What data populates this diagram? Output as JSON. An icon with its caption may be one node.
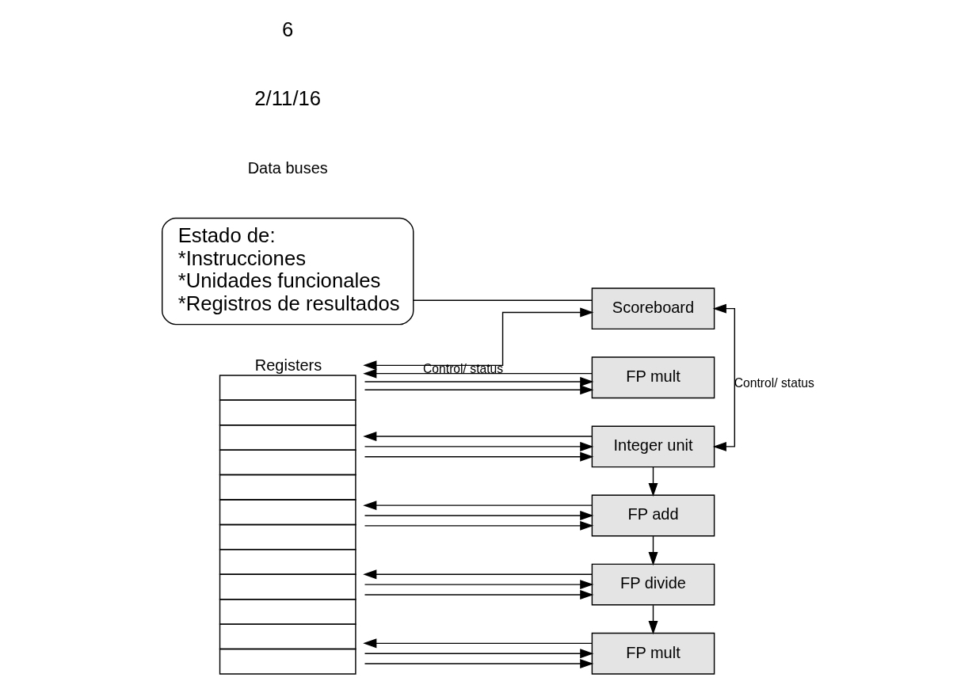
{
  "diagram": {
    "nodes": [
      {
        "text": [
          "Registers"
        ]
      },
      {
        "text": [
          "FP mult"
        ]
      },
      {
        "text": [
          "FP mult"
        ]
      },
      {
        "text": [
          "FP divide"
        ]
      },
      {
        "text": [
          "FP add"
        ]
      },
      {
        "text": [
          "Integer unit"
        ]
      },
      {
        "text": [
          "Scoreboard"
        ]
      },
      {
        "text": [
          "Estado de:",
          "*Instrucciones",
          "*Unidades funcionales",
          "*Registros de resultados"
        ]
      }
    ],
    "edges": [
      {
        "from": 0,
        "to": 1,
        "arrow": "to"
      },
      {
        "from": 0,
        "to": 2,
        "arrow": "to"
      },
      {
        "from": 0,
        "to": 1,
        "arrow": "to"
      },
      {
        "from": 0,
        "to": 2,
        "arrow": "to"
      },
      {
        "from": 1,
        "to": 0,
        "arrow": "to"
      },
      {
        "from": 2,
        "to": 0,
        "arrow": "to"
      },
      {
        "from": 3,
        "to": 2,
        "arrow": "to"
      },
      {
        "from": 0,
        "to": 3,
        "arrow": "to"
      },
      {
        "from": 0,
        "to": 3,
        "arrow": "to"
      },
      {
        "from": 3,
        "to": 0,
        "arrow": "to"
      },
      {
        "from": 4,
        "to": 3,
        "arrow": "to"
      },
      {
        "from": 0,
        "to": 4,
        "arrow": "to"
      },
      {
        "from": 0,
        "to": 4,
        "arrow": "to"
      },
      {
        "from": 4,
        "to": 0,
        "arrow": "to"
      },
      {
        "from": 5,
        "to": 4,
        "arrow": "to"
      },
      {
        "from": 0,
        "to": 5,
        "arrow": "to"
      },
      {
        "from": 0,
        "to": 5,
        "arrow": "to"
      },
      {
        "from": 5,
        "to": 0,
        "arrow": "to"
      },
      {
        "from": 6,
        "to": 0,
        "arrow": "both",
        "label": "Control/ status"
      },
      {
        "from": 6,
        "to": 5,
        "arrow": "both",
        "label": "Control/ status"
      },
      {
        "from": 7,
        "to": 6,
        "arrow": "none"
      }
    ],
    "labels": [
      "Data buses",
      "2/11/16",
      "6"
    ]
  }
}
